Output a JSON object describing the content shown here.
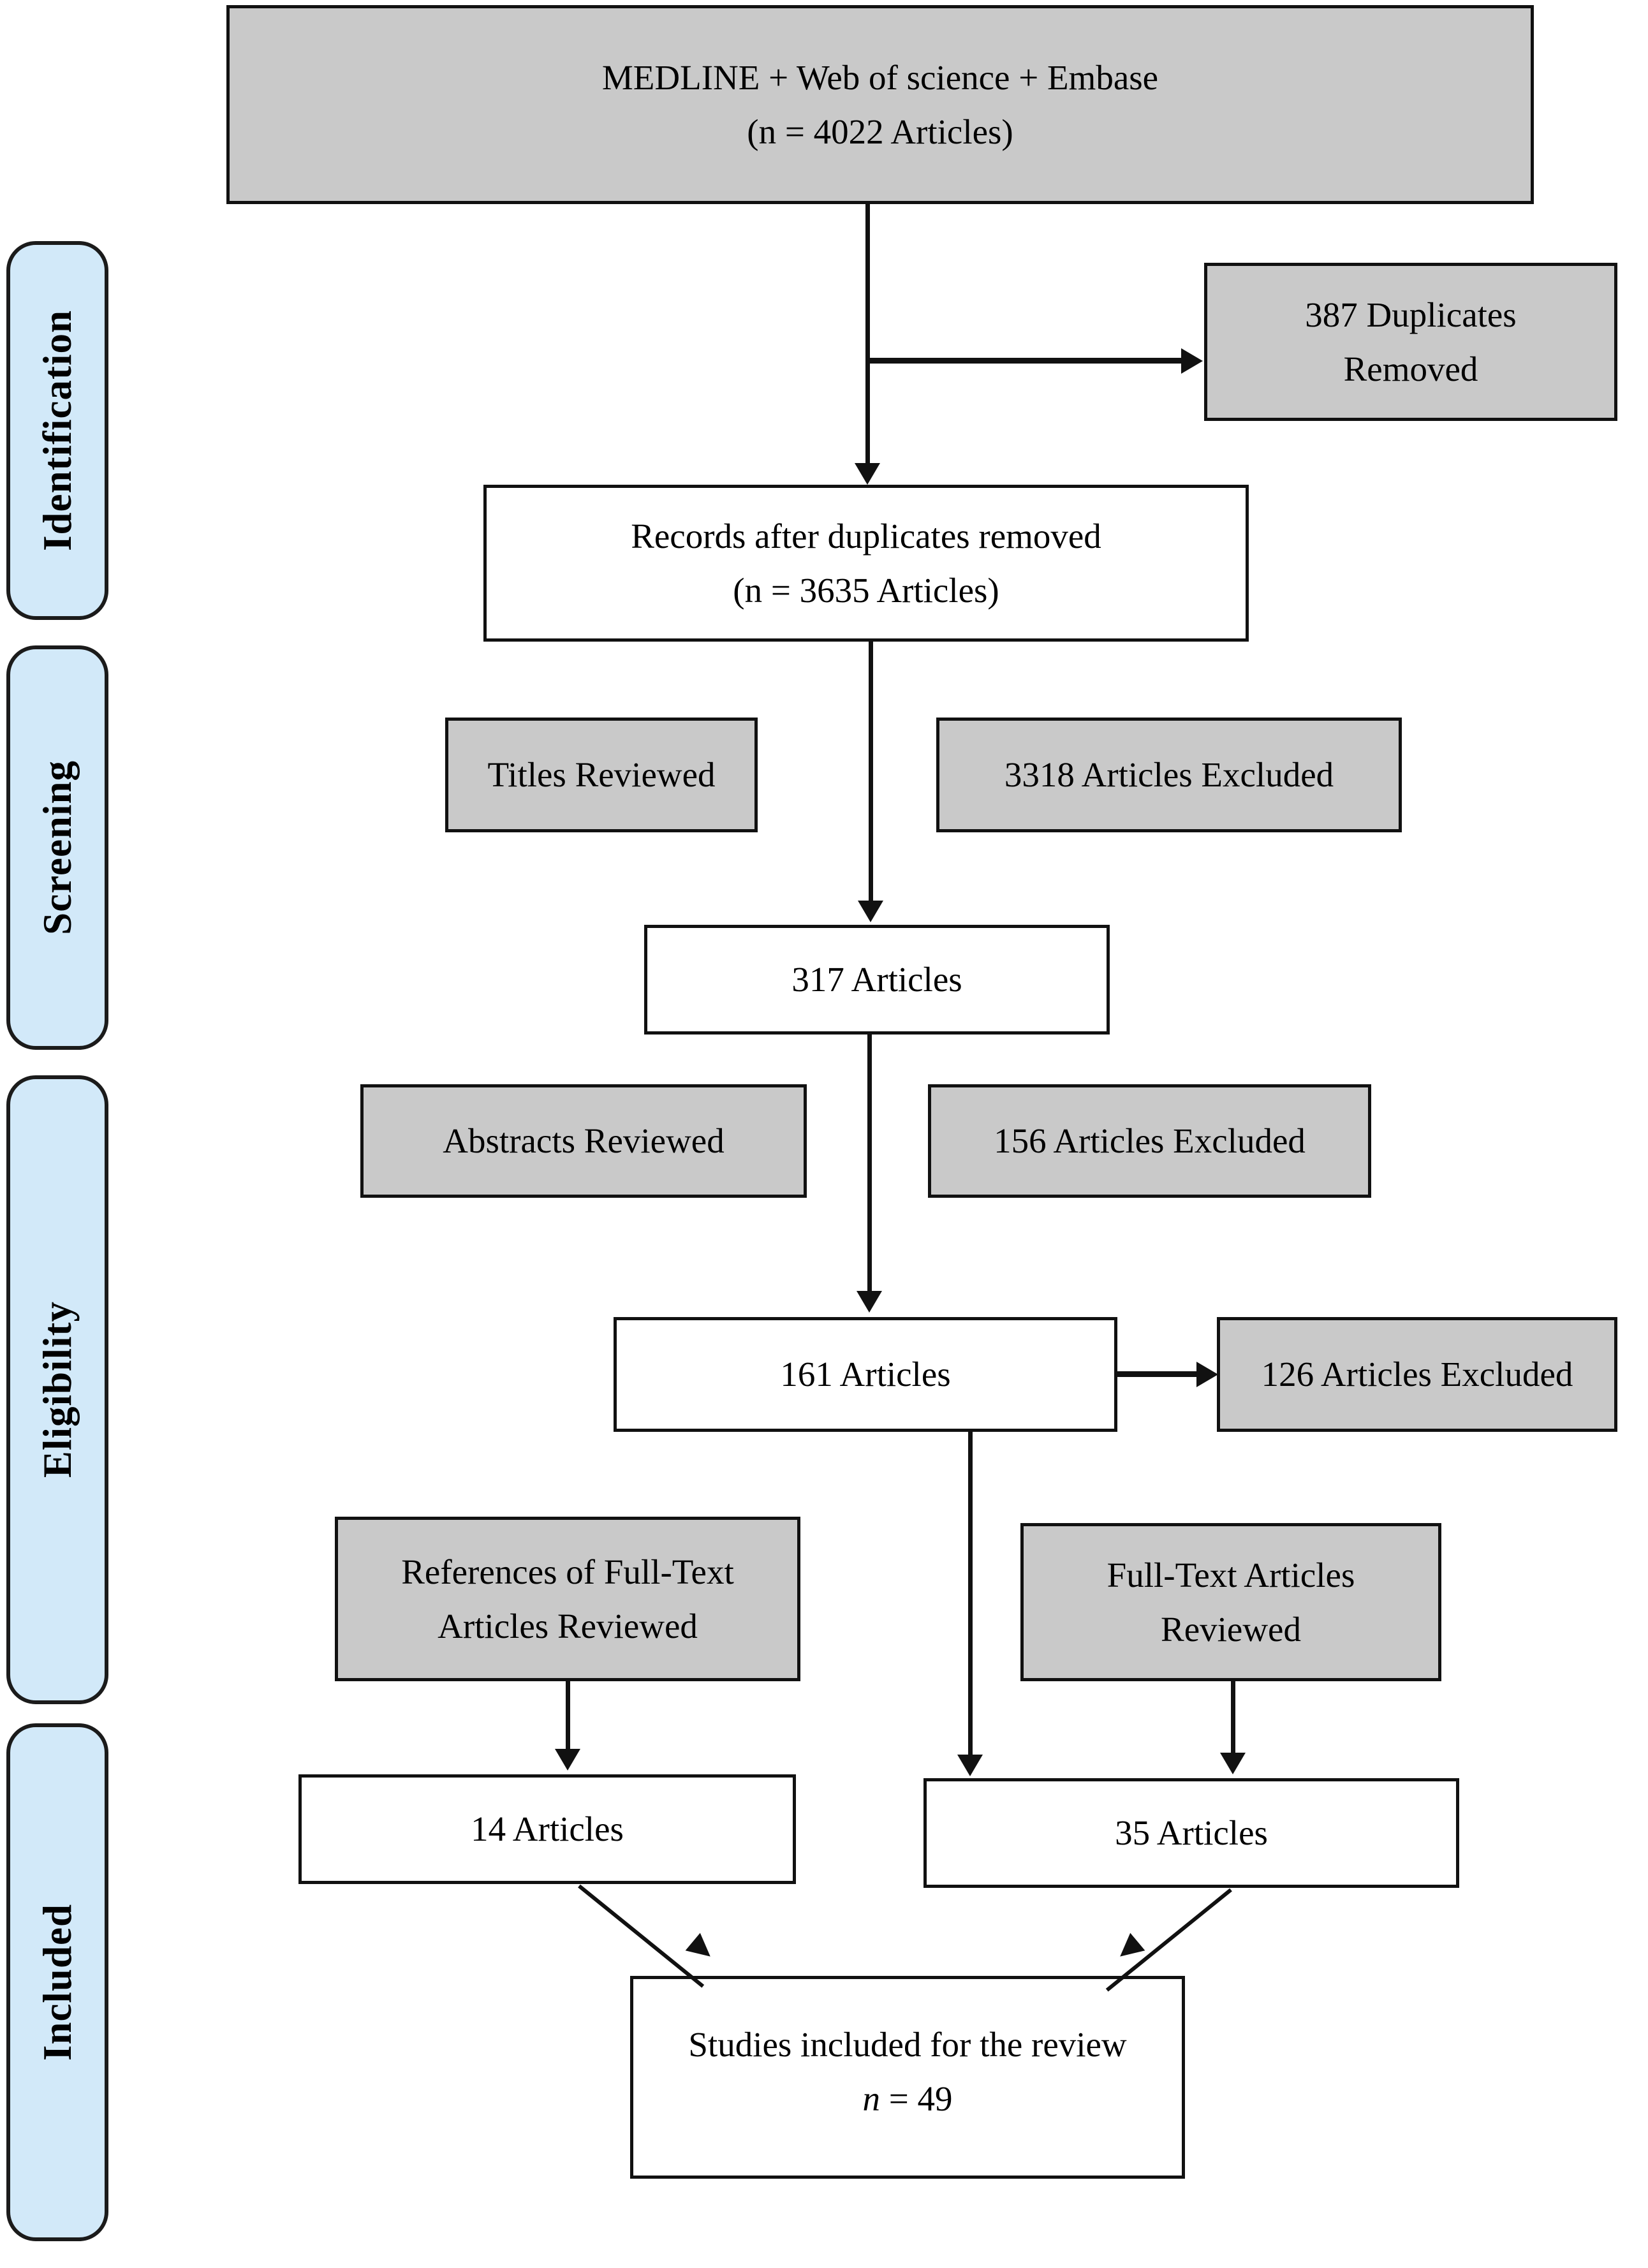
{
  "diagram": {
    "title": "PRISMA study selection flow diagram",
    "colors": {
      "stage_pill_fill": "#d2e9f9",
      "gray_node_fill": "#c9c9c9",
      "white_node_fill": "#ffffff",
      "stroke": "#111111",
      "background": "#ffffff"
    },
    "stages": [
      {
        "id": "identification",
        "label": "Identification"
      },
      {
        "id": "screening",
        "label": "Screening"
      },
      {
        "id": "eligibility",
        "label": "Eligibility"
      },
      {
        "id": "included",
        "label": "Included"
      }
    ],
    "nodes": {
      "sources": {
        "line1": "MEDLINE + Web of science + Embase",
        "line2": "(n = 4022 Articles)"
      },
      "duplicates_removed": {
        "line1": "387 Duplicates",
        "line2": "Removed"
      },
      "after_duplicates": {
        "line1": "Records after duplicates removed",
        "line2": "(n = 3635 Articles)"
      },
      "titles_reviewed": {
        "line1": "Titles Reviewed"
      },
      "titles_excluded": {
        "line1": "3318 Articles Excluded"
      },
      "after_titles": {
        "line1": "317 Articles"
      },
      "abstracts_reviewed": {
        "line1": "Abstracts Reviewed"
      },
      "abstracts_excluded": {
        "line1": "156 Articles Excluded"
      },
      "after_abstracts": {
        "line1": "161 Articles"
      },
      "fulltext_excluded": {
        "line1": "126 Articles Excluded"
      },
      "references_reviewed": {
        "line1": "References of Full-Text",
        "line2": "Articles Reviewed"
      },
      "fulltext_reviewed": {
        "line1": "Full-Text Articles",
        "line2": "Reviewed"
      },
      "from_references": {
        "line1": "14 Articles"
      },
      "from_fulltext": {
        "line1": "35 Articles"
      },
      "included_total": {
        "line1": "Studies included for the review",
        "n_symbol": "n",
        "n_value": " = 49"
      }
    }
  }
}
